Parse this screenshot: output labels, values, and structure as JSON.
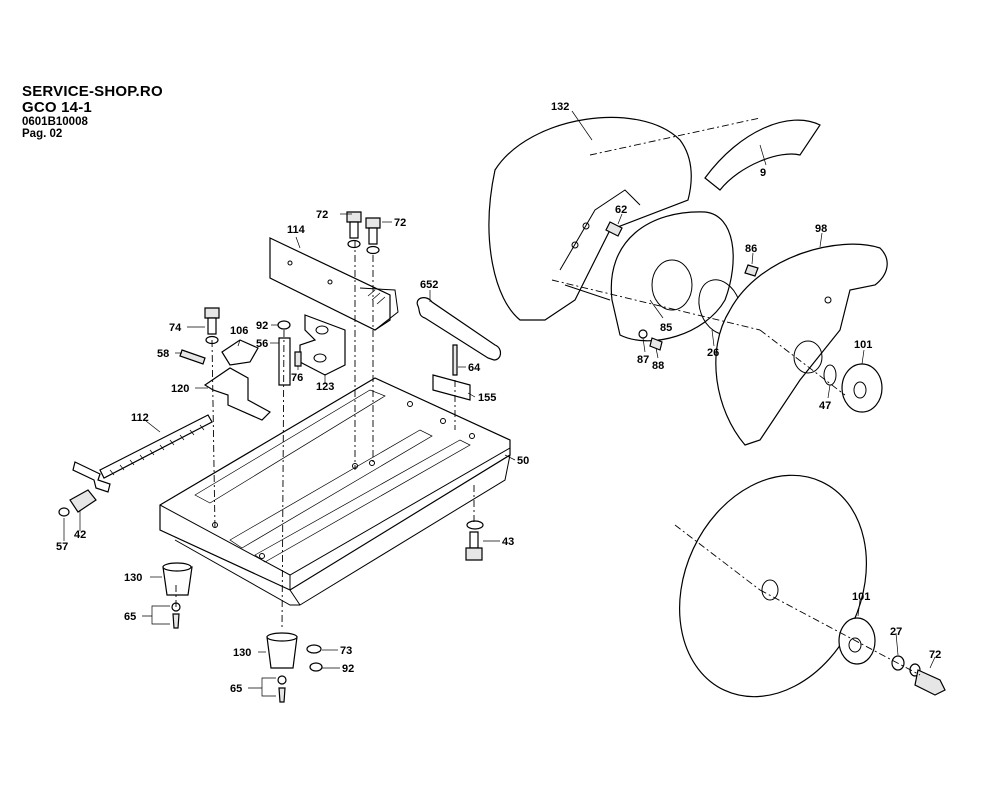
{
  "header": {
    "site": "SERVICE-SHOP.RO",
    "model": "GCO 14-1",
    "part_number": "0601B10008",
    "page": "Pag. 02"
  },
  "callouts": {
    "c132": "132",
    "c9": "9",
    "c62": "62",
    "c86": "86",
    "c98": "98",
    "c85": "85",
    "c87": "87",
    "c88": "88",
    "c26": "26",
    "c101a": "101",
    "c47": "47",
    "c72a": "72",
    "c72b": "72",
    "c114": "114",
    "c652": "652",
    "c74": "74",
    "c106": "106",
    "c92a": "92",
    "c56": "56",
    "c58": "58",
    "c76": "76",
    "c123": "123",
    "c64": "64",
    "c120": "120",
    "c155": "155",
    "c112": "112",
    "c50": "50",
    "c57": "57",
    "c42": "42",
    "c43": "43",
    "c130a": "130",
    "c65a": "65",
    "c101b": "101",
    "c27": "27",
    "c72c": "72",
    "c73": "73",
    "c130b": "130",
    "c92b": "92",
    "c65b": "65"
  }
}
